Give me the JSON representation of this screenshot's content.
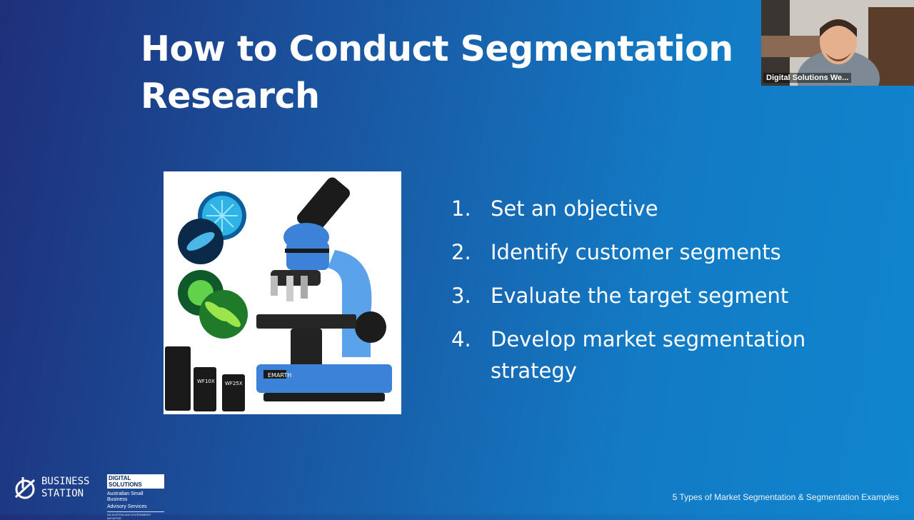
{
  "slide": {
    "title": "How to Conduct Segmentation Research",
    "steps": [
      {
        "num": "1.",
        "text": "Set an objective"
      },
      {
        "num": "2.",
        "text": "Identify customer segments"
      },
      {
        "num": "3.",
        "text": "Evaluate the target segment"
      },
      {
        "num": "4.",
        "text": "Develop market segmentation strategy"
      }
    ],
    "image_labels": {
      "eyepiece_1": "WF10X",
      "eyepiece_2": "WF25X",
      "brand": "EMARTH"
    },
    "footer": "5 Types of Market Segmentation & Segmentation Examples"
  },
  "webcam": {
    "participant_name": "Digital Solutions We..."
  },
  "logos": {
    "business_station": {
      "line1": "BUSINESS",
      "line2": "STATION"
    },
    "digital_solutions": {
      "tag": "DIGITAL SOLUTIONS",
      "line1": "Australian Small Business",
      "line2": "Advisory Services",
      "gov": "AN AUSTRALIAN GOVERNMENT INITIATIVE"
    }
  },
  "colors": {
    "background_left": "#1f2f7a",
    "background_right": "#0f86cf",
    "microscope_blue": "#3b82d8"
  }
}
